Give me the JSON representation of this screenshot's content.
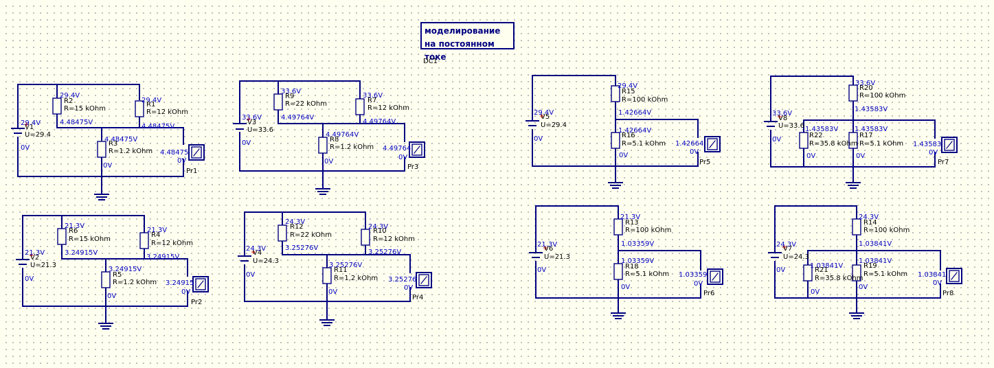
{
  "simulation": {
    "title_line1": "моделирование",
    "title_line2": "на постоянном токе",
    "name": "DC1"
  },
  "circuits": [
    {
      "source": {
        "name": "V1",
        "value": "U=29.4",
        "node_voltage": "29.4V"
      },
      "top_voltage": "29.4V",
      "left_resistor": {
        "name": "R2",
        "value": "R=15 kOhm"
      },
      "right_resistor": {
        "name": "R1",
        "value": "R=12 kOhm"
      },
      "bottom_resistor": {
        "name": "R3",
        "value": "R=1.2 kOhm"
      },
      "mid_voltage": "4.48475V",
      "probe": {
        "name": "Pr1",
        "reading": "4.48475"
      }
    },
    {
      "source": {
        "name": "V3",
        "value": "U=33.6",
        "node_voltage": "33.6V"
      },
      "top_voltage": "33.6V",
      "left_resistor": {
        "name": "R9",
        "value": "R=22 kOhm"
      },
      "right_resistor": {
        "name": "R7",
        "value": "R=12 kOhm"
      },
      "bottom_resistor": {
        "name": "R8",
        "value": "R=1.2 kOhm"
      },
      "mid_voltage": "4.49764V",
      "probe": {
        "name": "Pr3",
        "reading": "4.49764"
      }
    },
    {
      "source": {
        "name": "V2",
        "value": "U=21.3",
        "node_voltage": "21.3V"
      },
      "top_voltage": "21.3V",
      "left_resistor": {
        "name": "R6",
        "value": "R=15 kOhm"
      },
      "right_resistor": {
        "name": "R4",
        "value": "R=12 kOhm"
      },
      "bottom_resistor": {
        "name": "R5",
        "value": "R=1.2 kOhm"
      },
      "mid_voltage": "3.24915V",
      "probe": {
        "name": "Pr2",
        "reading": "3.24915"
      }
    },
    {
      "source": {
        "name": "V4",
        "value": "U=24.3",
        "node_voltage": "24.3V"
      },
      "top_voltage": "24.3V",
      "left_resistor": {
        "name": "R12",
        "value": "R=22 kOhm"
      },
      "right_resistor": {
        "name": "R10",
        "value": "R=12 kOhm"
      },
      "bottom_resistor": {
        "name": "R11",
        "value": "R=1.2 kOhm"
      },
      "mid_voltage": "3.25276V",
      "probe": {
        "name": "Pr4",
        "reading": "3.25276"
      }
    },
    {
      "source": {
        "name": "V5",
        "value": "U=29.4",
        "node_voltage": "29.4V"
      },
      "top_voltage": "29.4V",
      "top_resistor": {
        "name": "R15",
        "value": "R=100 kOhm"
      },
      "bottom_resistor": {
        "name": "R16",
        "value": "R=5.1 kOhm"
      },
      "mid_voltage": "1.42664V",
      "probe": {
        "name": "Pr5",
        "reading": "1.42664"
      }
    },
    {
      "source": {
        "name": "V8",
        "value": "U=33.6",
        "node_voltage": "33.6V"
      },
      "top_voltage": "33.6V",
      "top_resistor": {
        "name": "R20",
        "value": "R=100 kOhm"
      },
      "left_resistor": {
        "name": "R22",
        "value": "R=35.8 kOhm"
      },
      "bottom_resistor": {
        "name": "R17",
        "value": "R=5.1 kOhm"
      },
      "mid_voltage": "1.43583V",
      "probe": {
        "name": "Pr7",
        "reading": "1.43583"
      }
    },
    {
      "source": {
        "name": "V6",
        "value": "U=21.3",
        "node_voltage": "21.3V"
      },
      "top_voltage": "21.3V",
      "top_resistor": {
        "name": "R13",
        "value": "R=100 kOhm"
      },
      "bottom_resistor": {
        "name": "R18",
        "value": "R=5.1 kOhm"
      },
      "mid_voltage": "1.03359V",
      "probe": {
        "name": "Pr6",
        "reading": "1.03359"
      }
    },
    {
      "source": {
        "name": "V7",
        "value": "U=24.3",
        "node_voltage": "24.3V"
      },
      "top_voltage": "24.3V",
      "top_resistor": {
        "name": "R14",
        "value": "R=100 kOhm"
      },
      "left_resistor": {
        "name": "R21",
        "value": "R=35.8 kOhm"
      },
      "bottom_resistor": {
        "name": "R19",
        "value": "R=5.1 kOhm"
      },
      "mid_voltage": "1.03841V",
      "probe": {
        "name": "Pr8",
        "reading": "1.03841"
      }
    }
  ],
  "ground_voltage": "0V",
  "probe_ground_voltage": "0V"
}
